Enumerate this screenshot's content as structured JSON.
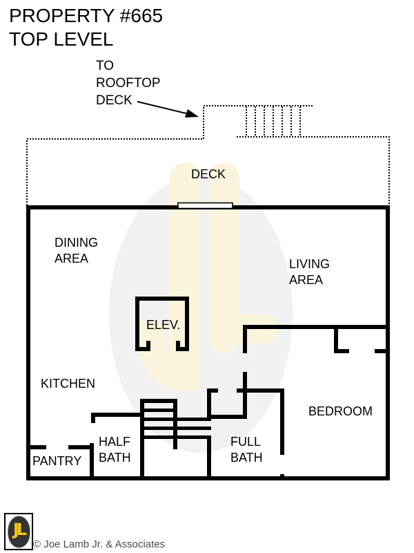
{
  "title": {
    "line1": "PROPERTY #665",
    "line2": "TOP LEVEL"
  },
  "annotations": {
    "rooftop_access": {
      "line1": "TO",
      "line2": "ROOFTOP",
      "line3": "DECK"
    }
  },
  "rooms": {
    "deck": {
      "label": "DECK"
    },
    "dining": {
      "line1": "DINING",
      "line2": "AREA"
    },
    "living": {
      "line1": "LIVING",
      "line2": "AREA"
    },
    "elevator": {
      "label": "ELEV."
    },
    "kitchen": {
      "label": "KITCHEN"
    },
    "bedroom": {
      "label": "BEDROOM"
    },
    "half_bath": {
      "line1": "HALF",
      "line2": "BATH"
    },
    "full_bath": {
      "line1": "FULL",
      "line2": "BATH"
    },
    "pantry": {
      "label": "PANTRY"
    }
  },
  "watermark": {
    "letters": "JL"
  },
  "footer": {
    "logo_letters": "JL",
    "copyright": "© Joe Lamb Jr. & Associates"
  },
  "colors": {
    "wall": "#000000",
    "watermark_circle": "#f1f1f1",
    "watermark_letters": "#faf4dc",
    "logo_yellow": "#f0c419",
    "logo_dark": "#333333",
    "copyright_text": "#4a4a4a"
  }
}
